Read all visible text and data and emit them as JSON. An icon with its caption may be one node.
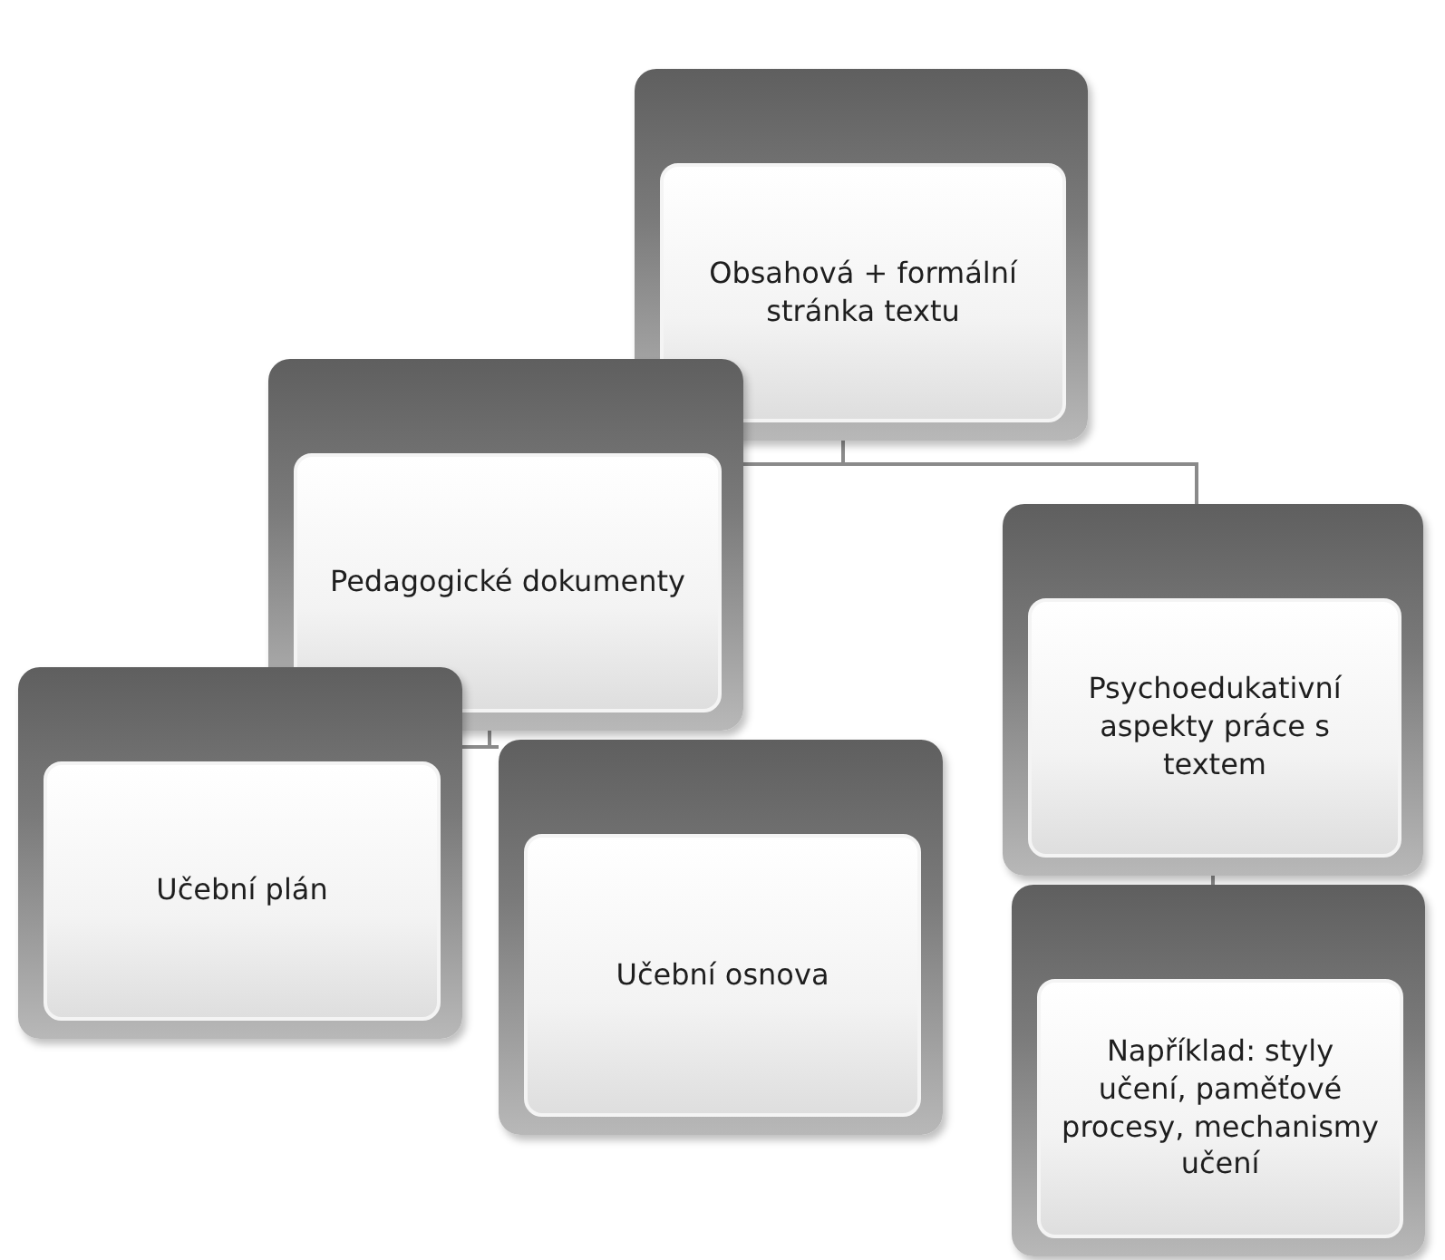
{
  "diagram": {
    "nodes": [
      {
        "text": [
          "Obsahová + formální stránka textu"
        ]
      },
      {
        "text": [
          "Pedagogické dokumenty"
        ]
      },
      {
        "text": [
          "Psychoedukativní aspekty práce s textem"
        ]
      },
      {
        "text": [
          "Učební plán"
        ]
      },
      {
        "text": [
          "Učební osnova"
        ]
      },
      {
        "text": [
          "Například: styly učení, paměťové procesy, mechanismy učení"
        ]
      }
    ],
    "edges": [
      {
        "from": 0,
        "to": 1,
        "arrow": "none"
      },
      {
        "from": 0,
        "to": 2,
        "arrow": "none"
      },
      {
        "from": 1,
        "to": 3,
        "arrow": "none"
      },
      {
        "from": 1,
        "to": 4,
        "arrow": "none"
      },
      {
        "from": 2,
        "to": 5,
        "arrow": "none"
      }
    ]
  }
}
